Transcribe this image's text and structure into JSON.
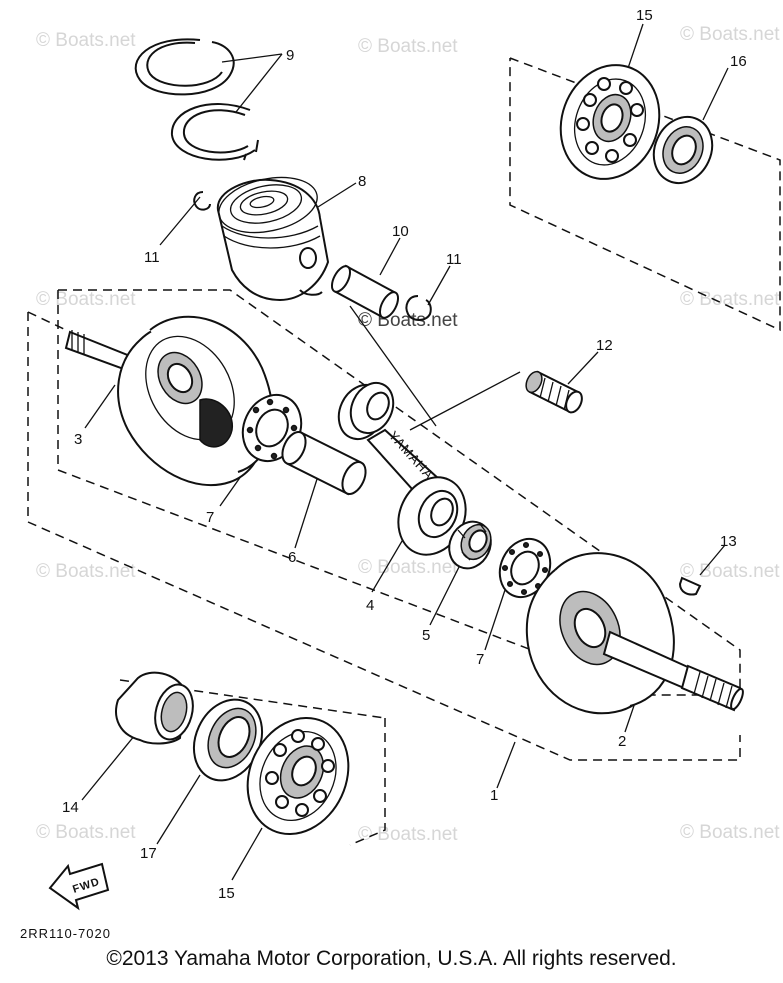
{
  "diagram": {
    "part_labels": [
      "15",
      "16",
      "9",
      "8",
      "10",
      "11",
      "11",
      "12",
      "3",
      "7",
      "6",
      "4",
      "5",
      "7",
      "13",
      "2",
      "1",
      "14",
      "17",
      "15"
    ],
    "drawing_code": "2RR110-7020",
    "fwd_label": "FWD",
    "watermark": "© Boats.net",
    "center_watermark": "© Boats.net",
    "rod_marking": "YAMAHA"
  },
  "footer": {
    "copyright": "©2013 Yamaha Motor Corporation, U.S.A. All rights reserved."
  }
}
